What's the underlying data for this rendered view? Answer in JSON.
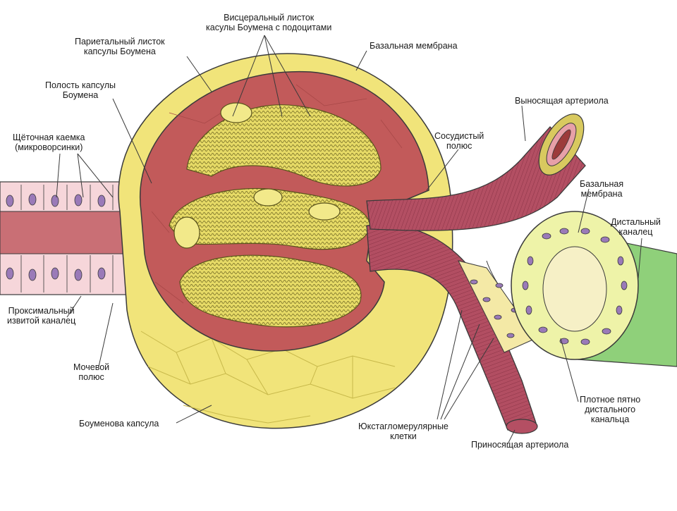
{
  "labels": {
    "visceral_layer": "Висцеральный листок\nкасулы Боумена с подоцитами",
    "parietal_layer": "Париетальный листок\nкапсулы Боумена",
    "basal_membrane_top": "Базальная мембрана",
    "capsule_cavity": "Полость капсулы\nБоумена",
    "brush_border": "Щёточная каемка\n(микроворсинки)",
    "vascular_pole": "Сосудистый\nполюс",
    "efferent_arteriole": "Выносящая артериола",
    "basal_membrane_right": "Базальная\nмембрана",
    "distal_tubule": "Дистальный\nканалец",
    "proximal_tubule": "Проксимальный\nизвитой каналец",
    "urinary_pole": "Мочевой\nполюс",
    "bowman_capsule": "Боуменова капсула",
    "juxtaglomerular_cells": "Юкстагломерулярные\nклетки",
    "macula_densa": "Плотное пятно\nдистального\nканальца",
    "afferent_arteriole": "Приносящая артериола"
  },
  "colors": {
    "capsule_yellow": "#f1e47a",
    "cavity_red": "#c25a5a",
    "glomerulus": "#d9cd4f",
    "arteriole": "#b44f63",
    "tubule_pink": "#f3c9cf",
    "distal_green": "#8fd07a",
    "nucleus_purple": "#9a7ab8",
    "line": "#3a3a3a"
  }
}
